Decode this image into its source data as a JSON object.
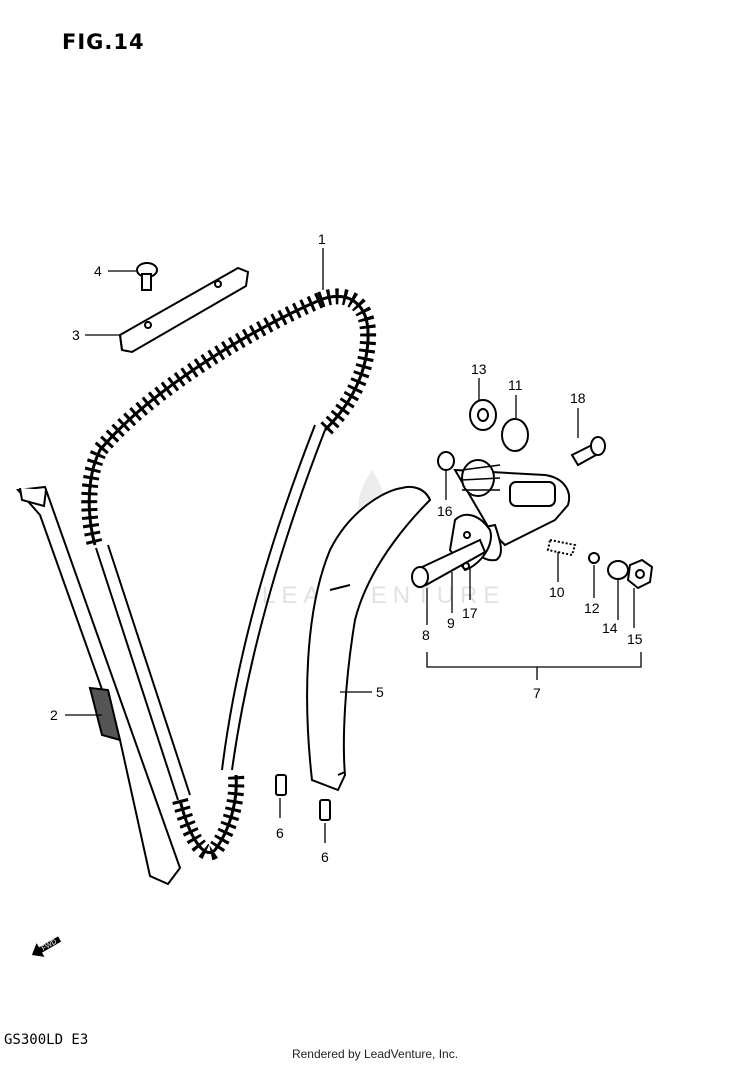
{
  "header": {
    "figure_label": "FIG.14"
  },
  "footer": {
    "model_code": "GS300LD  E3",
    "credit": "Rendered by LeadVenture, Inc."
  },
  "watermark": {
    "text": "LEADVENTURE"
  },
  "direction_marker": {
    "label": "FWD",
    "icon": "forward-arrow-icon"
  },
  "callouts": [
    "1",
    "2",
    "3",
    "4",
    "5",
    "6",
    "6",
    "7",
    "8",
    "9",
    "10",
    "11",
    "12",
    "13",
    "14",
    "15",
    "16",
    "17",
    "18"
  ],
  "colors": {
    "ink": "#000000",
    "watermark": "#e2e2e2",
    "background": "#ffffff"
  }
}
